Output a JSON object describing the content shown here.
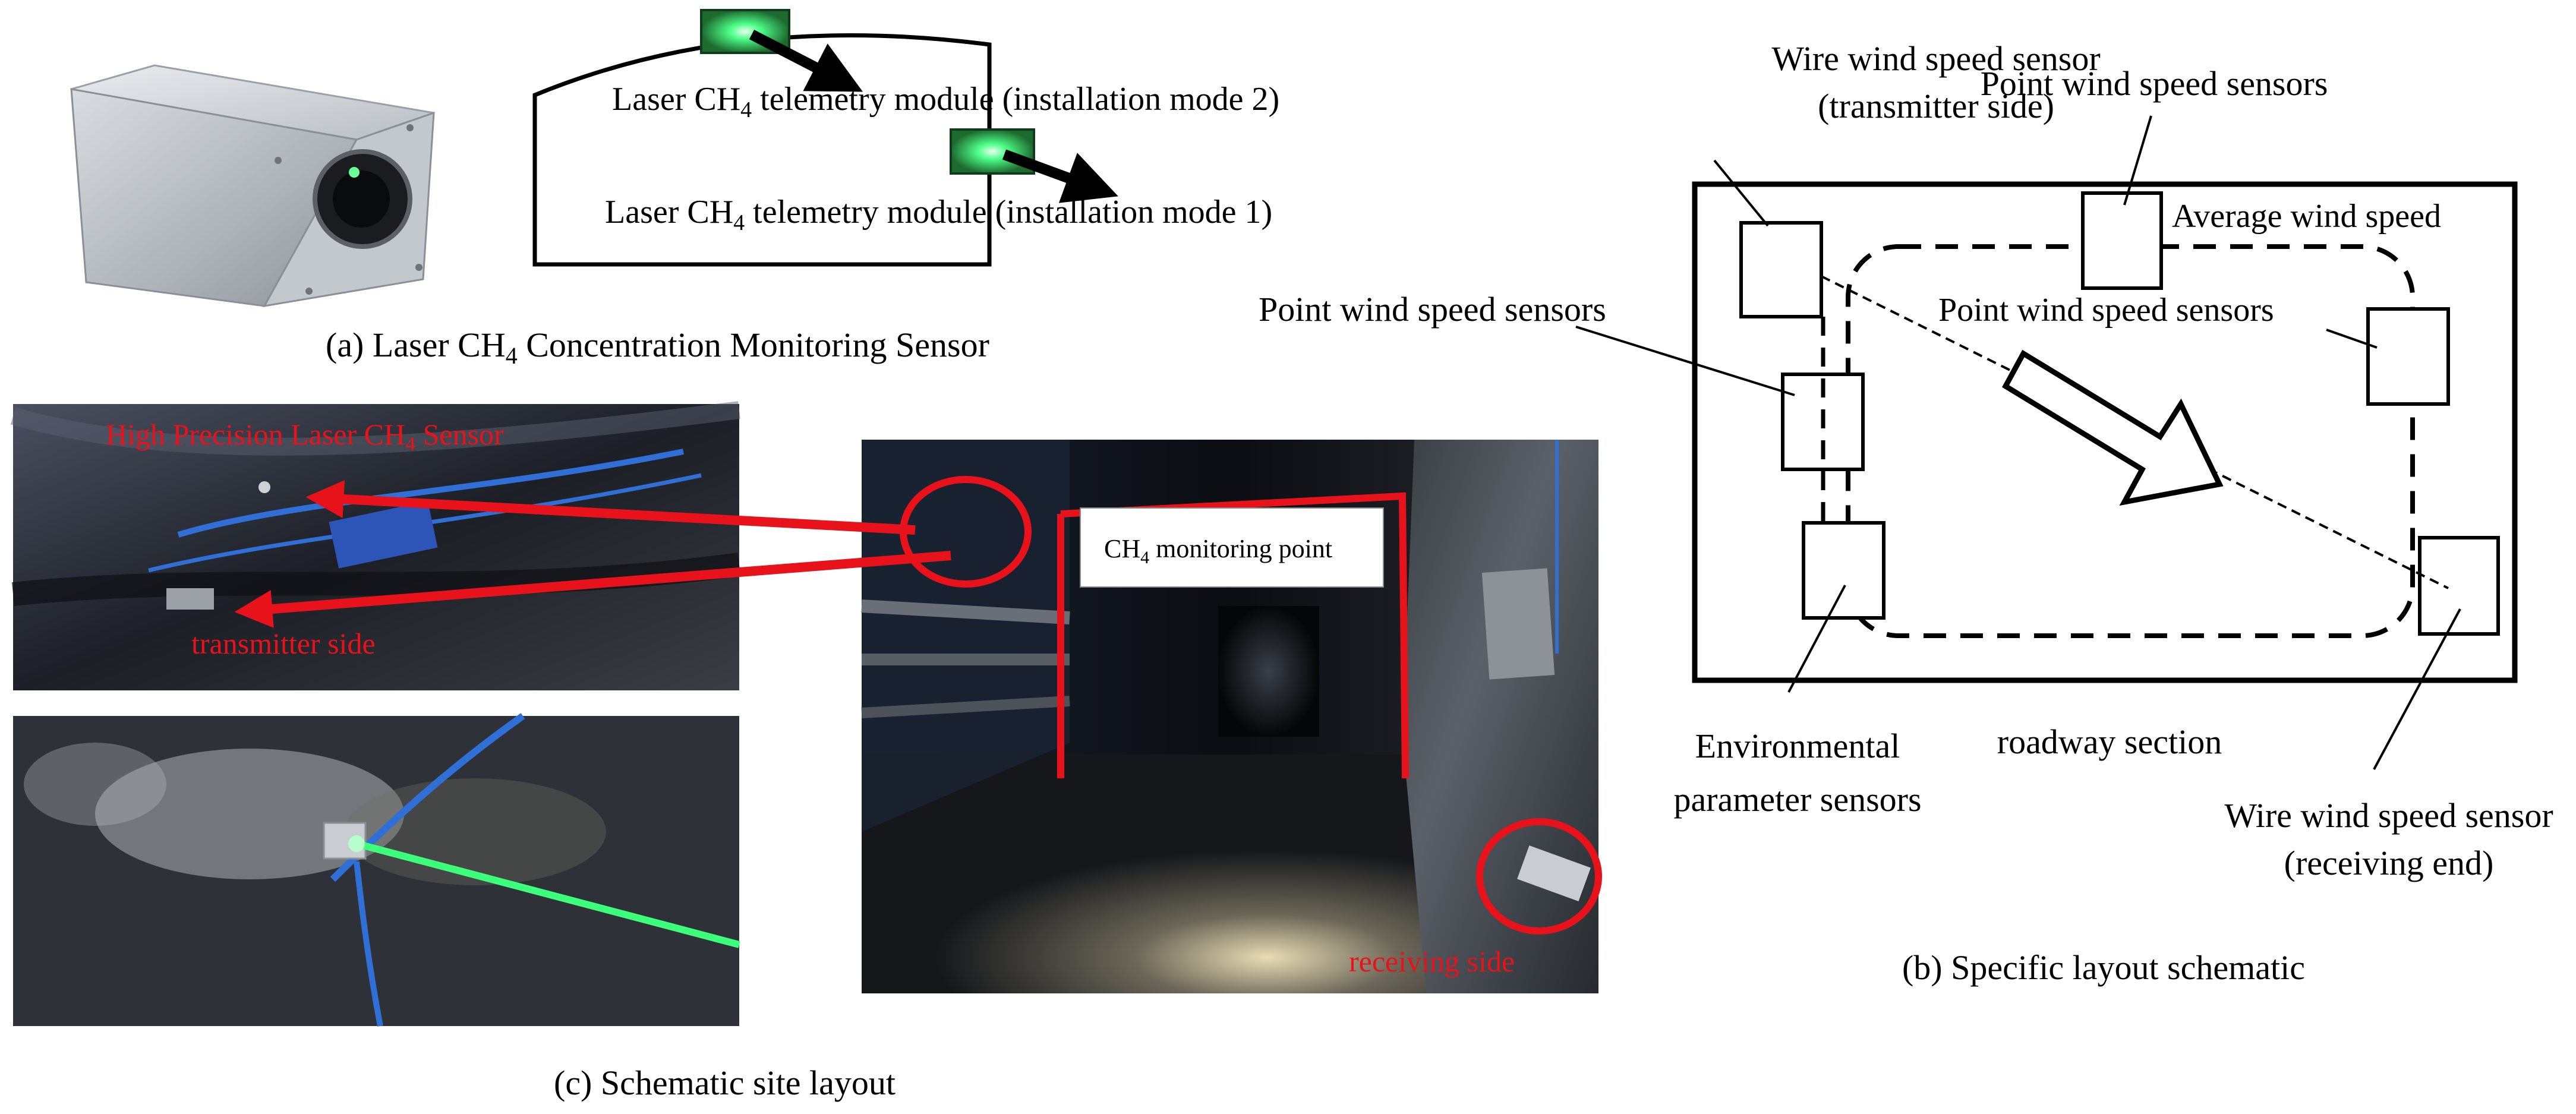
{
  "panel_a": {
    "caption_prefix": "(a) Laser CH",
    "caption_sub": "4",
    "caption_suffix": " Concentration Monitoring Sensor",
    "module_mode2": {
      "prefix": "Laser CH",
      "sub": "4",
      "suffix": " telemetry module (installation mode 2)"
    },
    "module_mode1": {
      "prefix": "Laser CH",
      "sub": "4",
      "suffix": " telemetry module (installation mode 1)"
    }
  },
  "panel_b": {
    "caption": "(b) Specific layout schematic",
    "wire_tx_line1": "Wire wind speed sensor",
    "wire_tx_line2": "(transmitter side)",
    "point_top": "Point wind speed sensors",
    "average": "Average wind speed",
    "point_left": "Point wind speed sensors",
    "point_center": "Point wind speed sensors",
    "env_line1": "Environmental",
    "env_line2": "parameter sensors",
    "roadway": "roadway section",
    "wire_rx_line1": "Wire wind speed sensor",
    "wire_rx_line2": "(receiving end)"
  },
  "panel_c": {
    "caption": "(c) Schematic site layout",
    "sensor_label": {
      "prefix": "High Precision Laser CH",
      "sub": "4",
      "suffix": " Sensor"
    },
    "transmitter": "transmitter side",
    "monitoring_point": {
      "prefix": "CH",
      "sub": "4",
      "suffix": " monitoring point"
    },
    "receiving": "receiving side"
  },
  "colors": {
    "red_annotation": "#e8121b",
    "laser_green": "#3cff7a",
    "module_green": "#1d6b2f",
    "cable_blue": "#2f6fd6"
  }
}
